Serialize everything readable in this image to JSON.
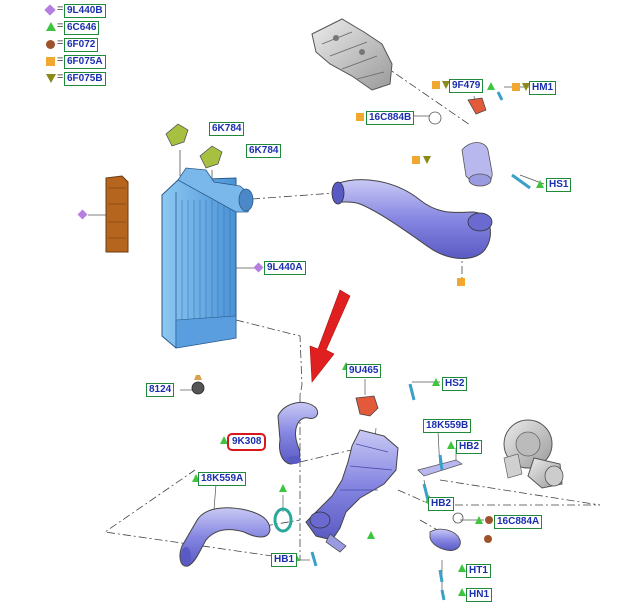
{
  "legend": [
    {
      "symbol": "diamond",
      "color": "#b57ee0",
      "code": "9L440B"
    },
    {
      "symbol": "triangle-up",
      "color": "#3ec43e",
      "code": "6C646"
    },
    {
      "symbol": "circle",
      "color": "#a0522d",
      "code": "6F072"
    },
    {
      "symbol": "square",
      "color": "#f0a830",
      "code": "6F075A"
    },
    {
      "symbol": "triangle-down",
      "color": "#8a8a1a",
      "code": "6F075B"
    }
  ],
  "parts": {
    "clamp_9f479": "9F479",
    "sensor_hm1": "HM1",
    "bolt_16c884b": "16C884B",
    "clip_6k784_a": "6K784",
    "clip_6k784_b": "6K784",
    "bolt_hs1": "HS1",
    "intercooler_9l440a": "9L440A",
    "mount_8124": "8124",
    "valve_9u465": "9U465",
    "bolt_hs2": "HS2",
    "hose_9k308": "9K308",
    "pipe_18k559b": "18K559B",
    "bolt_hb2_a": "HB2",
    "bolt_hb2_b": "HB2",
    "pipe_18k559a": "18K559A",
    "nut_16c884a": "16C884A",
    "bolt_hb1": "HB1",
    "bolt_ht1": "HT1",
    "bolt_hn1": "HN1"
  },
  "colors": {
    "label_text": "#1a2fb0",
    "label_border": "#1f8a3a",
    "highlight_border": "#d9161c",
    "arrow": "#e02020",
    "hose": "#7f7fe0",
    "intercooler": "#6aaee8",
    "gasket": "#b5651d"
  }
}
